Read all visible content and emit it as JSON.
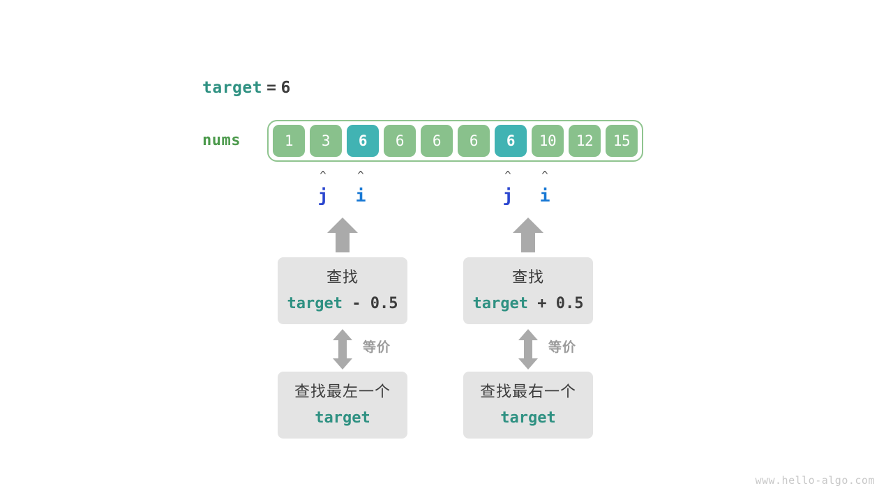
{
  "diagram": {
    "target_line": {
      "keyword": "target",
      "equals": "=",
      "value": "6"
    },
    "array": {
      "label": "nums",
      "cells": [
        {
          "value": "1",
          "highlight": false
        },
        {
          "value": "3",
          "highlight": false
        },
        {
          "value": "6",
          "highlight": true
        },
        {
          "value": "6",
          "highlight": false
        },
        {
          "value": "6",
          "highlight": false
        },
        {
          "value": "6",
          "highlight": false
        },
        {
          "value": "6",
          "highlight": true
        },
        {
          "value": "10",
          "highlight": false
        },
        {
          "value": "12",
          "highlight": false
        },
        {
          "value": "15",
          "highlight": false
        }
      ]
    },
    "pointers": [
      {
        "name": "j",
        "caret": "^",
        "group": "left",
        "cell_index": 1
      },
      {
        "name": "i",
        "caret": "^",
        "group": "left",
        "cell_index": 2
      },
      {
        "name": "j",
        "caret": "^",
        "group": "right",
        "cell_index": 6
      },
      {
        "name": "i",
        "caret": "^",
        "group": "right",
        "cell_index": 7
      }
    ],
    "branches": [
      {
        "side": "left",
        "upper_box": {
          "line1": "查找",
          "keyword": "target",
          "operator": " - ",
          "operand": "0.5"
        },
        "equiv_label": "等价",
        "lower_box": {
          "line1": "查找最左一个",
          "keyword": "target"
        }
      },
      {
        "side": "right",
        "upper_box": {
          "line1": "查找",
          "keyword": "target",
          "operator": " + ",
          "operand": "0.5"
        },
        "equiv_label": "等价",
        "lower_box": {
          "line1": "查找最右一个",
          "keyword": "target"
        }
      }
    ],
    "watermark": "www.hello-algo.com",
    "colors": {
      "keyword_teal": "#2f9182",
      "cell_green": "#89c18c",
      "cell_highlight_teal": "#41b3b3",
      "array_border_green": "#8fc48f",
      "nums_label_green": "#4c9a4c",
      "pointer_j_blue": "#2b46cf",
      "pointer_i_blue": "#1878d4",
      "box_gray": "#e4e4e4",
      "arrow_gray": "#aaaaaa",
      "text_dark": "#3c3c3c",
      "watermark_gray": "#c8c8c8"
    }
  }
}
